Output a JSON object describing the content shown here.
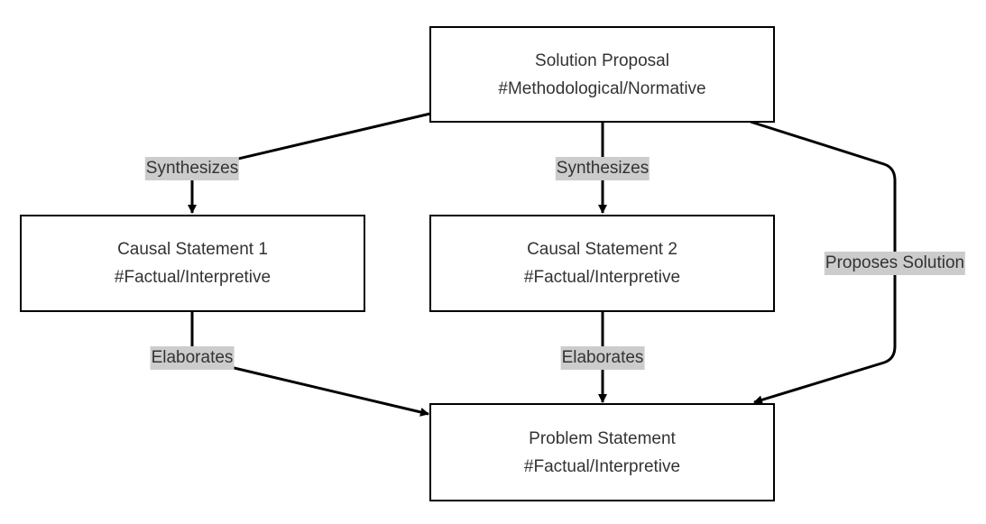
{
  "nodes": {
    "solution": {
      "title": "Solution Proposal",
      "tag": "#Methodological/Normative"
    },
    "causal1": {
      "title": "Causal Statement 1",
      "tag": "#Factual/Interpretive"
    },
    "causal2": {
      "title": "Causal Statement 2",
      "tag": "#Factual/Interpretive"
    },
    "problem": {
      "title": "Problem Statement",
      "tag": "#Factual/Interpretive"
    }
  },
  "edges": {
    "synth1": "Synthesizes",
    "synth2": "Synthesizes",
    "proposes": "Proposes Solution",
    "elab1": "Elaborates",
    "elab2": "Elaborates"
  },
  "colors": {
    "stroke": "#000000",
    "label_bg": "#cccccc",
    "text": "#333333"
  }
}
